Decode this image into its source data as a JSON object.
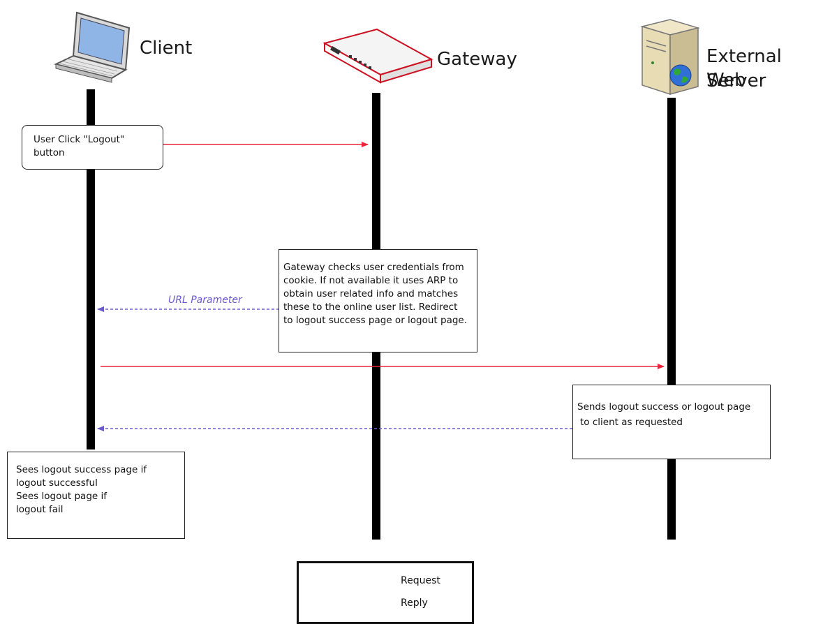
{
  "actors": {
    "client": "Client",
    "gateway": "Gateway",
    "server_line1": "External Web",
    "server_line2": "Server"
  },
  "notes": {
    "logout_click": [
      "User Click \"Logout\"",
      "button"
    ],
    "gateway_check": [
      "Gateway checks user credentials from",
      "cookie. If not available it uses ARP to",
      "obtain user related info and matches",
      "these to the online user list. Redirect",
      "to logout success page or logout page."
    ],
    "server_send": [
      "Sends logout success or logout page",
      "to client as requested"
    ],
    "client_result": [
      "Sees logout success page if",
      "logout successful",
      "Sees logout page if",
      "logout fail"
    ]
  },
  "messages": {
    "url_parameter": "URL Parameter"
  },
  "legend": {
    "request": "Request",
    "reply": "Reply"
  },
  "colors": {
    "request": "#e8263a",
    "reply": "#6a5acd",
    "lifeline": "#000000"
  }
}
